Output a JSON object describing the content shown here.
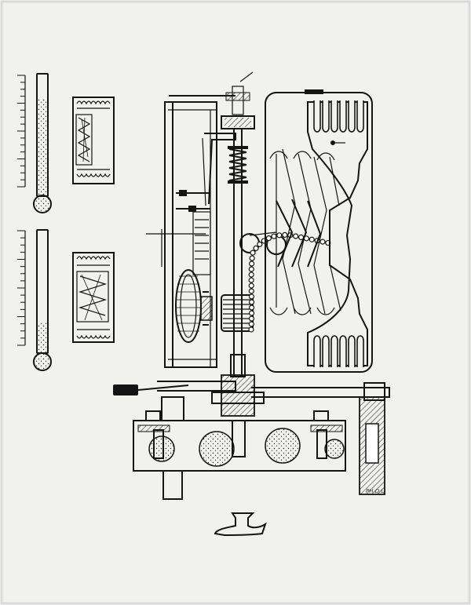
{
  "colors": {
    "paper": "#f1f1ef",
    "ink": "#141414",
    "border": "#d9d9d9"
  },
  "thermometers": [
    {
      "level": 0.8
    },
    {
      "level": 0.25
    }
  ],
  "gauge_ticks": 16,
  "signature": "PH.D.L"
}
